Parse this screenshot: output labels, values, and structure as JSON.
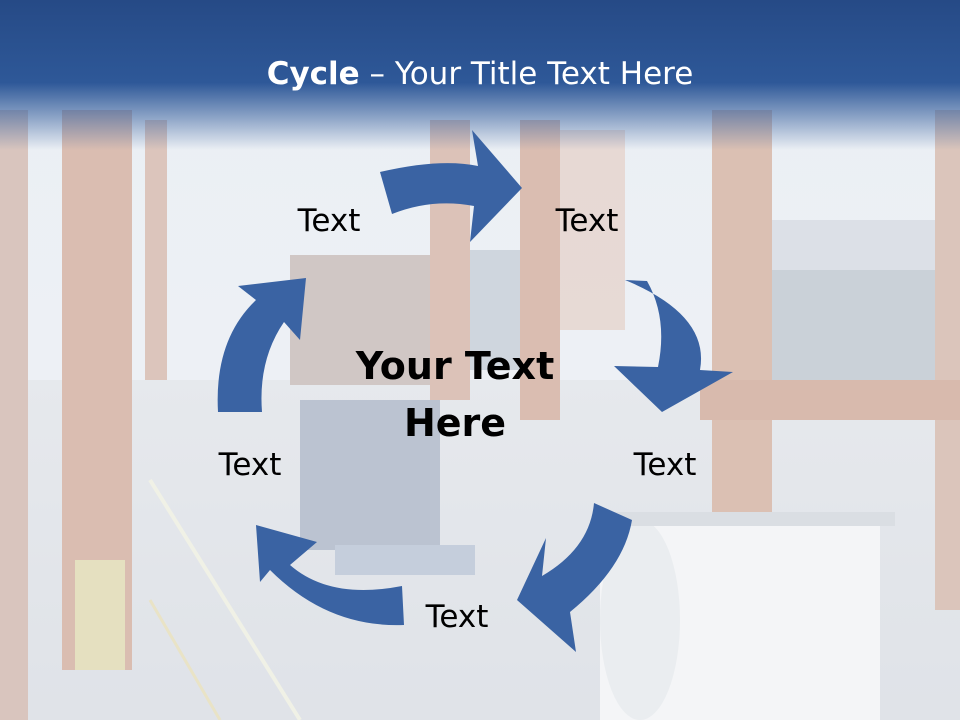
{
  "title": {
    "bold": "Cycle",
    "rest": " – Your Title Text Here"
  },
  "diagram": {
    "center": {
      "line1": "Your Text",
      "line2": "Here"
    },
    "nodes": [
      {
        "label": "Text"
      },
      {
        "label": "Text"
      },
      {
        "label": "Text"
      },
      {
        "label": "Text"
      },
      {
        "label": "Text"
      }
    ]
  },
  "colors": {
    "title_bar": "#2e5898",
    "arrow": "#3a63a3",
    "text": "#000000",
    "title_text": "#ffffff"
  }
}
